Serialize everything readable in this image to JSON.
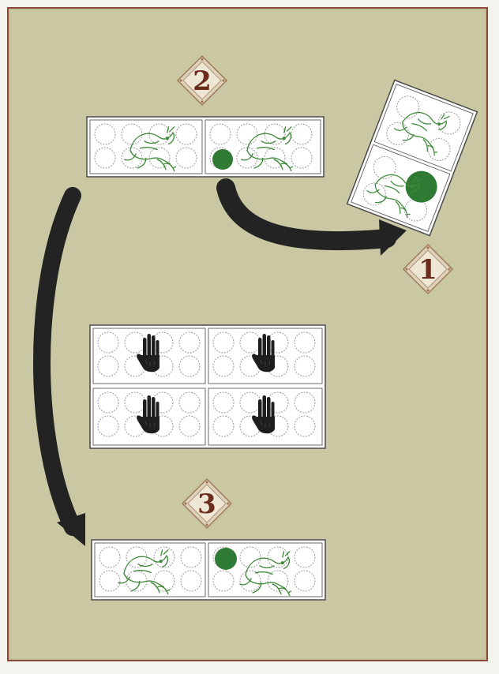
{
  "colors": {
    "page": "#f4f3ee",
    "board": "#c9c8a3",
    "board_border": "#8a4a34",
    "tile_fill": "#ffffff",
    "tile_stroke": "#4b4b4b",
    "circle_stroke": "#9a9a9a",
    "green": "#2f7b34",
    "creature": "#3f8a3a",
    "hand": "#1e1e1e",
    "arrow": "#232323",
    "badge_fill": "#ddd2bb",
    "badge_stroke": "#a07a59",
    "badge_text": "#6a2c1c"
  },
  "steps": [
    {
      "id": "step-1",
      "label": "1"
    },
    {
      "id": "step-2",
      "label": "2"
    },
    {
      "id": "step-3",
      "label": "3"
    }
  ],
  "icons": {
    "creature": "dragon-creature-icon",
    "hand": "hand-icon",
    "marker": "green-token"
  }
}
